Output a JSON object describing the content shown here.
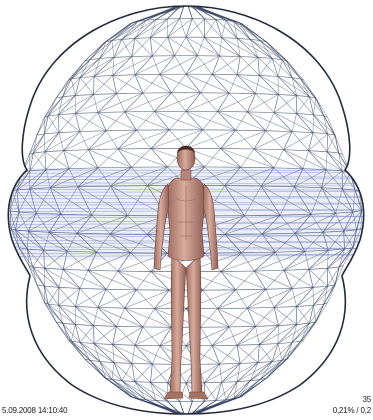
{
  "captions": {
    "timestamp": "5.09.2008 14:10:40",
    "id": "35",
    "percentages": "0,21% / 0,2"
  },
  "colors": {
    "mesh_upper": "#3c4a68",
    "mesh_lower": "#2f3f63",
    "band": "#5a6fb8",
    "skin": "#c99a8c",
    "skin_shadow": "#8a5a50",
    "hair": "#4a2a20",
    "background": "#ffffff"
  },
  "figure": {
    "type": "standing-human",
    "pose": "front-facing"
  },
  "mesh": {
    "shape": "hourglass-ovoid",
    "style": "triangulated-wireframe"
  }
}
